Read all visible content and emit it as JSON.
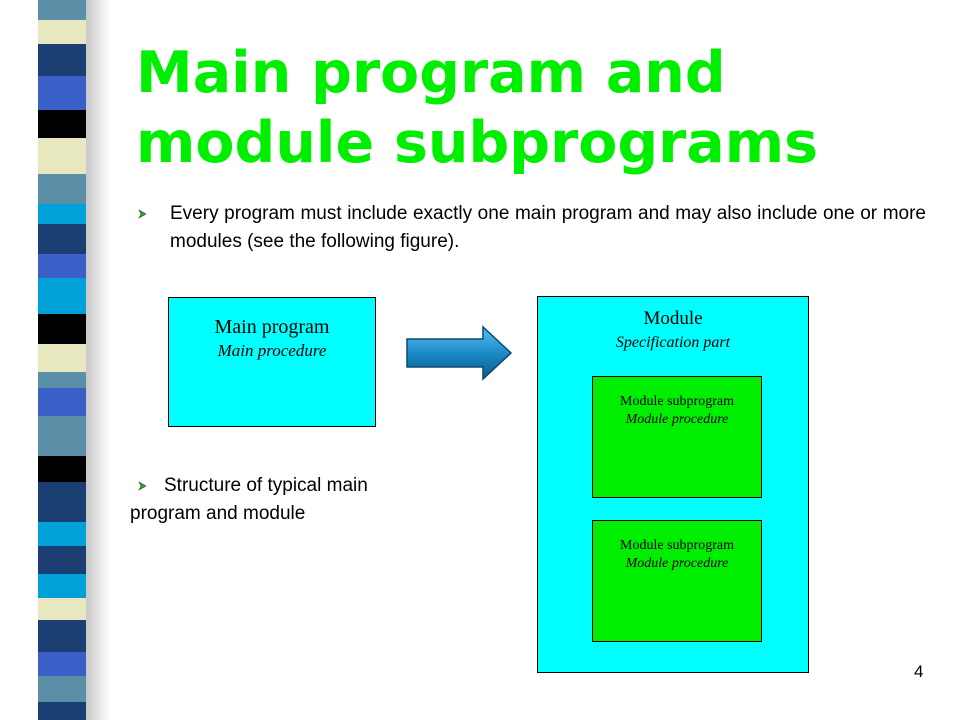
{
  "slide": {
    "title": "Main program and module subprograms",
    "page_number": "4"
  },
  "bullets": [
    {
      "text": "Every program must include exactly one main program and may also include one or more modules (see the following figure)."
    },
    {
      "text": "Structure of typical main program and module"
    }
  ],
  "diagram": {
    "main_program": {
      "title": "Main program",
      "subtitle": "Main procedure"
    },
    "module": {
      "title": "Module",
      "subtitle": "Specification part",
      "subprograms": [
        {
          "title": "Module subprogram",
          "subtitle": "Module procedure"
        },
        {
          "title": "Module subprogram",
          "subtitle": "Module procedure"
        }
      ]
    },
    "colors": {
      "cyan": "#00ffff",
      "green": "#00ee00",
      "arrow": "#1b8bc8"
    }
  },
  "decor": {
    "stripe_colors": [
      "#5b8fa8",
      "#1c3f73",
      "#00a0d8",
      "#3a60c8",
      "#000000",
      "#e8e8c0"
    ]
  }
}
